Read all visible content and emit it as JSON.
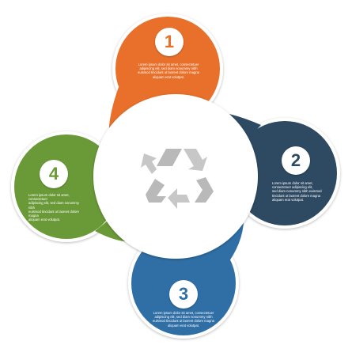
{
  "colors": {
    "step1": "#e8702a",
    "step2": "#2e4a62",
    "step3": "#2f6fa6",
    "step4": "#6a9a38",
    "center": "#ffffff",
    "recycle": "#b9b9b9"
  },
  "icons": {
    "center": "recycle-icon"
  },
  "steps": [
    {
      "number": "1",
      "text": "Lorem ipsum dolor sit amet, consectetuer\nadipiscing elit, sed diam nonummy nibh\neuismod tincidunt ut laoreet dolore magna\naliquam erat volutpat."
    },
    {
      "number": "2",
      "text": "Lorem ipsum dolor sit amet,\nconsectetuer adipiscing elit,\nsed diam nonummy nibh euismod\ntincidunt ut laoreet dolore magna\naliquam erat volutpat."
    },
    {
      "number": "3",
      "text": "Lorem ipsum dolor sit amet, consectetuer\nadipiscing elit, sed diam nonummy nibh\neuismod tincidunt ut laoreet dolore magna\naliquam erat volutpat."
    },
    {
      "number": "4",
      "text": "Lorem ipsum dolor sit amet, consectetuer\nadipiscing elit, sed diam nonummy nibh\neuismod tincidunt ut laoreet dolore magna\naliquam erat volutpat."
    }
  ]
}
